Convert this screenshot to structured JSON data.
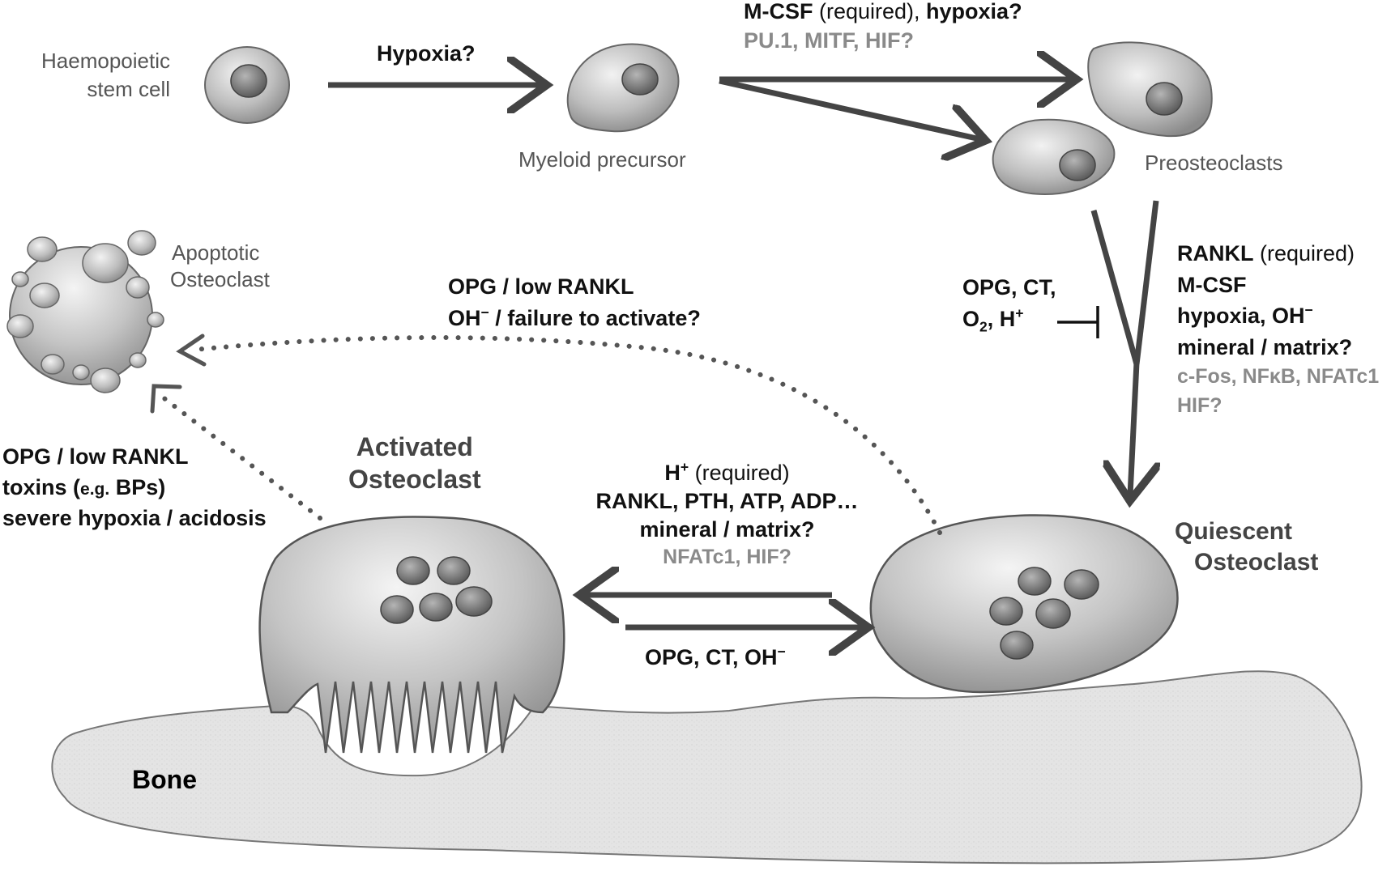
{
  "cells": {
    "hsc": "Haemopoietic stem cell",
    "myeloid": "Myeloid precursor",
    "preosteoclasts": "Preosteoclasts",
    "apoptotic_line1": "Apoptotic",
    "apoptotic_line2": "Osteoclast",
    "activated_line1": "Activated",
    "activated_line2": "Osteoclast",
    "quiescent_line1": "Quiescent",
    "quiescent_line2": "Osteoclast",
    "bone": "Bone"
  },
  "step_hsc_to_myeloid": {
    "label": "Hypoxia?"
  },
  "step_myeloid_to_pre": {
    "factor1": "M-CSF",
    "factor1_note": " (required),",
    "factor2": "hypoxia?",
    "transcription": "PU.1,  MITF,  HIF?"
  },
  "step_pre_to_quiescent": {
    "line1": "RANKL",
    "line1_note": " (required)",
    "line2": "M-CSF",
    "line3": "hypoxia,  OH",
    "line3_sup": "−",
    "line4": "mineral / matrix?",
    "transcription1": "c-Fos, NFκB, NFATc1",
    "transcription2": "HIF?"
  },
  "inhibitors_pre": {
    "line1": "OPG, CT,",
    "line2a": "O",
    "line2_sub": "2",
    "line2b": ", H",
    "line2_sup": "+"
  },
  "step_quiescent_to_activated": {
    "line1": "H",
    "line1_sup": "+",
    "line1_note": " (required)",
    "line2": "RANKL, PTH, ATP, ADP…",
    "line3": "mineral / matrix?",
    "transcription": "NFATc1, HIF?"
  },
  "step_activated_to_quiescent": {
    "label": "OPG,  CT,  OH",
    "label_sup": "−"
  },
  "apoptosis_from_quiescent": {
    "line1": "OPG  /  low RANKL",
    "line2": "OH",
    "line2_sup": "−",
    "line2_rest": " /  failure to activate?"
  },
  "apoptosis_from_activated": {
    "line1": "OPG / low RANKL",
    "line2a": "toxins (",
    "line2_small": "e.g.",
    "line2b": " BPs)",
    "line3": "severe hypoxia / acidosis"
  }
}
